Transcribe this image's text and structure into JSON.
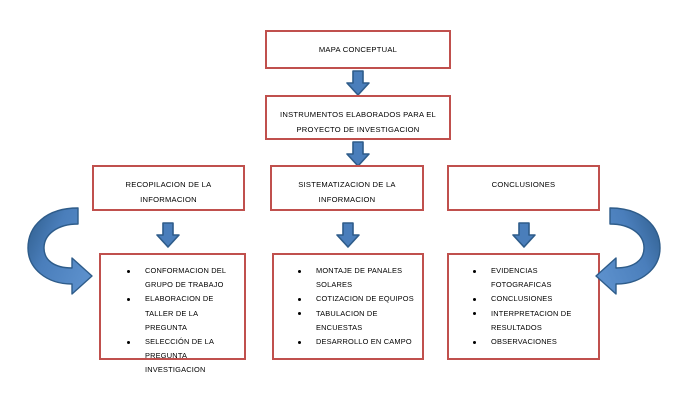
{
  "diagram": {
    "title": "MAPA CONCEPTUAL",
    "colors": {
      "box_border": "#C0504D",
      "arrow_fill": "#4A7EBB",
      "arrow_stroke": "#2E5C8A",
      "background": "#FFFFFF",
      "text": "#000000"
    },
    "nodes": {
      "root": "MAPA CONCEPTUAL",
      "subtitle": "INSTRUMENTOS ELABORADOS PARA EL\nPROYECTO DE INVESTIGACION",
      "branch_1": "RECOPILACION DE LA\nINFORMACION",
      "branch_2": "SISTEMATIZACION  DE LA\nINFORMACION",
      "branch_3": "CONCLUSIONES"
    },
    "lists": {
      "list_1": [
        "CONFORMACION DEL GRUPO DE TRABAJO",
        "ELABORACION DE TALLER DE LA PREGUNTA",
        "SELECCIÓN DE LA PREGUNTA INVESTIGACION"
      ],
      "list_2": [
        "MONTAJE DE PANALES SOLARES",
        "COTIZACION DE EQUIPOS",
        "TABULACION DE ENCUESTAS",
        "DESARROLLO EN CAMPO"
      ],
      "list_3": [
        "EVIDENCIAS FOTOGRAFICAS",
        "CONCLUSIONES",
        "INTERPRETACION DE RESULTADOS",
        "OBSERVACIONES"
      ]
    },
    "connectors": {
      "down_arrow_1": "arrow-down-icon",
      "down_arrow_2": "arrow-down-icon",
      "down_arrow_3": "arrow-down-icon",
      "down_arrow_4": "arrow-down-icon",
      "down_arrow_5": "arrow-down-icon",
      "curved_arrow_left": "curved-arrow-right-icon",
      "curved_arrow_right": "curved-arrow-left-icon"
    }
  }
}
